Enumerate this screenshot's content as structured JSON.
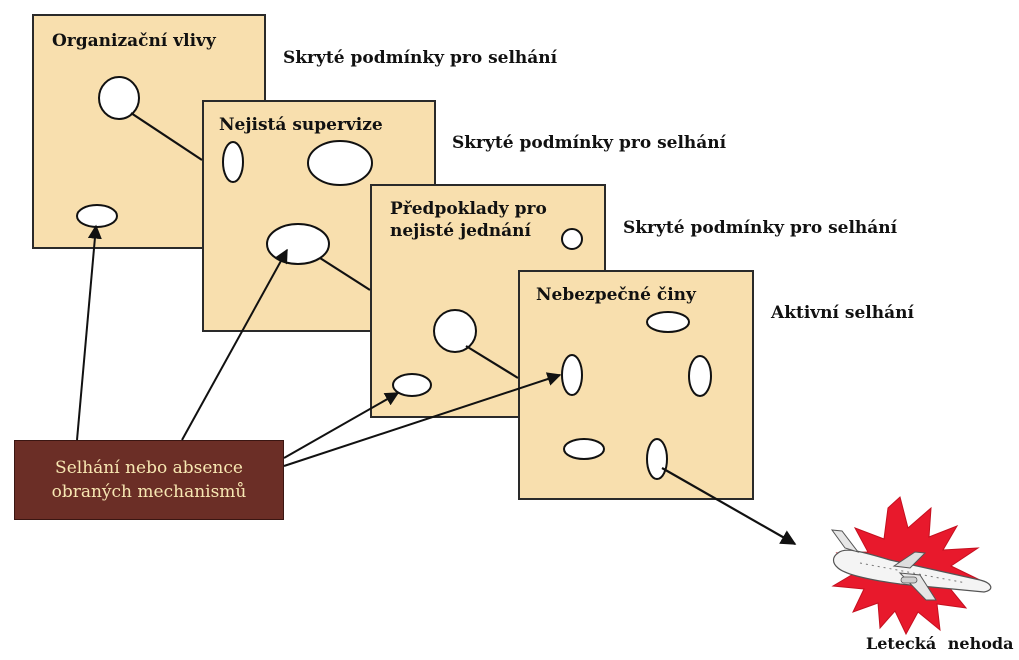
{
  "layers": [
    {
      "title": "Organizační vlivy",
      "side_label": "Skryté podmínky pro selhání"
    },
    {
      "title": "Nejistá supervize",
      "side_label": "Skryté podmínky pro selhání"
    },
    {
      "title": "Předpoklady pro nejisté jednání",
      "side_label": "Skryté podmínky pro selhání"
    },
    {
      "title": "Nebezpečné činy",
      "side_label": "Aktivní selhání"
    }
  ],
  "defense_box": {
    "line1": "Selhání nebo absence",
    "line2": "obraných mechanismů"
  },
  "accident": {
    "label": "Letecká nehoda"
  },
  "colors": {
    "layer_fill": "#f8dfae",
    "defense_box_fill": "#6b2e26",
    "defense_text": "#f7e7b2",
    "explosion": "#e8192c"
  }
}
